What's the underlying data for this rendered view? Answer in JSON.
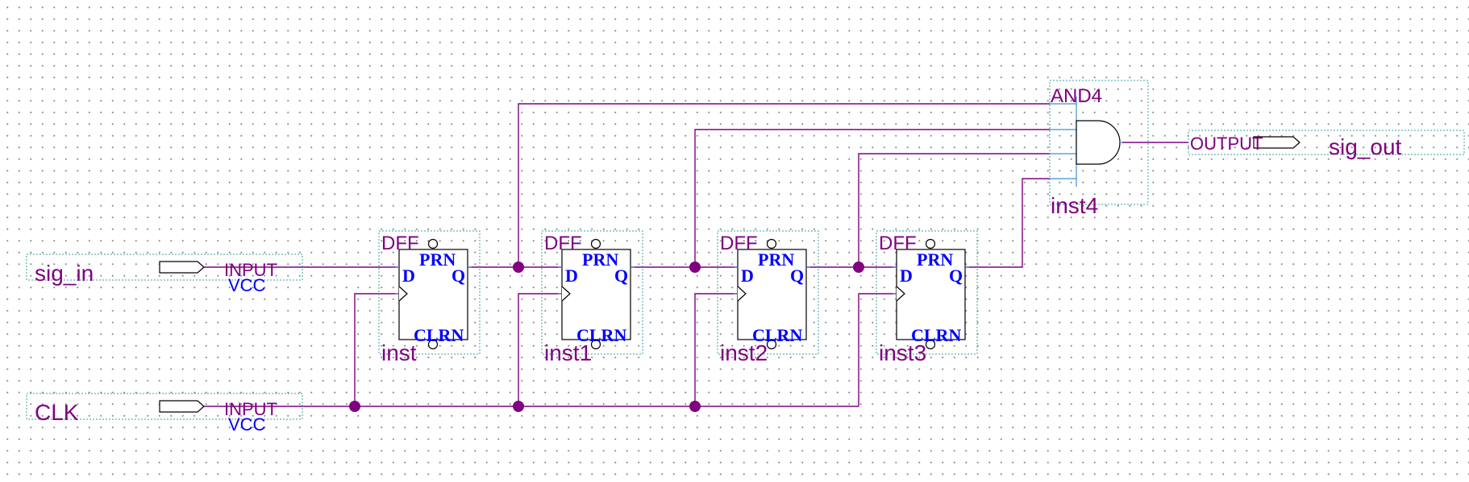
{
  "inputs": [
    {
      "name": "sig_in",
      "type": "INPUT",
      "default": "VCC"
    },
    {
      "name": "CLK",
      "type": "INPUT",
      "default": "VCC"
    }
  ],
  "dffs": [
    {
      "type": "DFF",
      "inst": "inst",
      "pins": {
        "prn": "PRN",
        "d": "D",
        "q": "Q",
        "clrn": "CLRN"
      }
    },
    {
      "type": "DFF",
      "inst": "inst1",
      "pins": {
        "prn": "PRN",
        "d": "D",
        "q": "Q",
        "clrn": "CLRN"
      }
    },
    {
      "type": "DFF",
      "inst": "inst2",
      "pins": {
        "prn": "PRN",
        "d": "D",
        "q": "Q",
        "clrn": "CLRN"
      }
    },
    {
      "type": "DFF",
      "inst": "inst3",
      "pins": {
        "prn": "PRN",
        "d": "D",
        "q": "Q",
        "clrn": "CLRN"
      }
    }
  ],
  "gate": {
    "type": "AND4",
    "inst": "inst4"
  },
  "output": {
    "type": "OUTPUT",
    "name": "sig_out"
  },
  "colors": {
    "wire": "#800080",
    "pin_text": "#0000ff",
    "label": "#800080"
  }
}
